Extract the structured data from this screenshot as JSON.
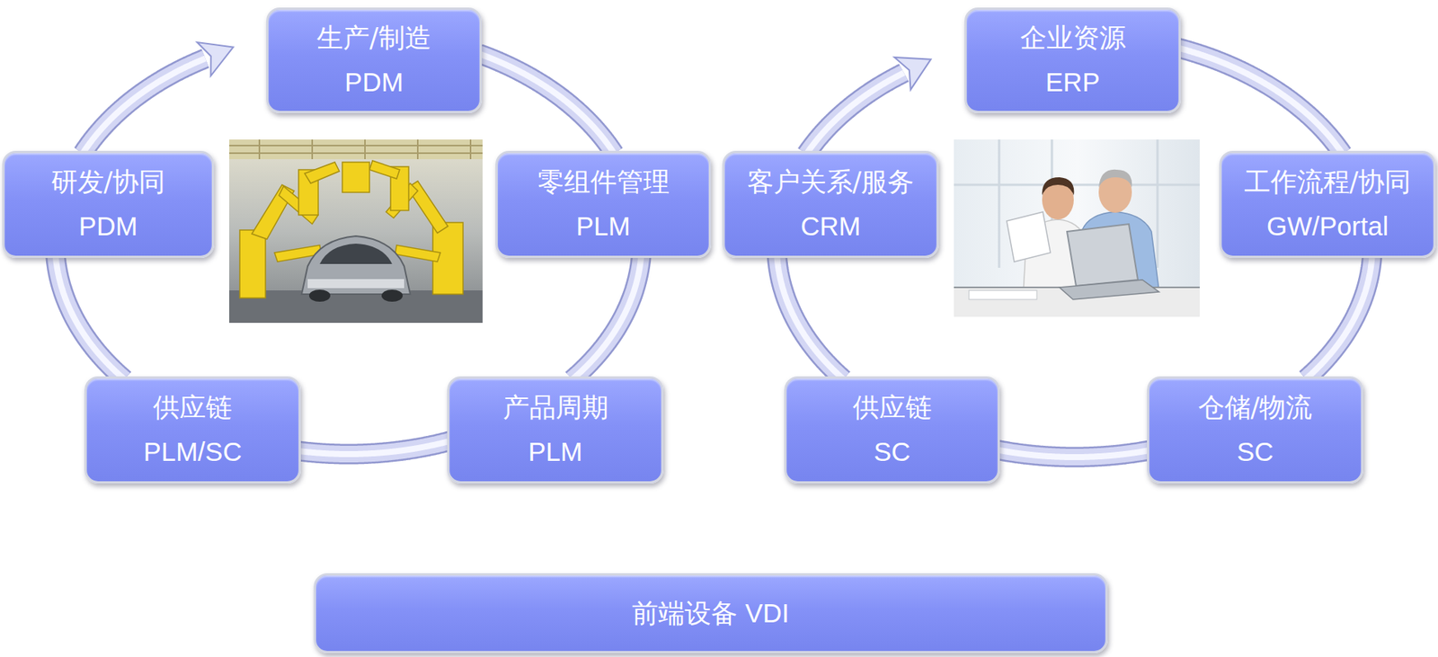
{
  "diagram": {
    "nodes": [
      {
        "text": [
          "生产/制造",
          "PDM"
        ]
      },
      {
        "text": [
          "企业资源",
          "ERP"
        ]
      },
      {
        "text": [
          "研发/协同",
          "PDM"
        ]
      },
      {
        "text": [
          "零组件管理",
          "PLM"
        ]
      },
      {
        "text": [
          "客户关系/服务",
          "CRM"
        ]
      },
      {
        "text": [
          "工作流程/协同",
          "GW/Portal"
        ]
      },
      {
        "text": [
          "供应链",
          "PLM/SC"
        ]
      },
      {
        "text": [
          "产品周期",
          "PLM"
        ]
      },
      {
        "text": [
          "供应链",
          "SC"
        ]
      },
      {
        "text": [
          "仓储/物流",
          "SC"
        ]
      },
      {
        "text": [
          "前端设备 VDI"
        ]
      }
    ],
    "edges": [
      {
        "from": 2,
        "to": 0,
        "arrow": "to"
      },
      {
        "from": 0,
        "to": 3,
        "arrow": "none"
      },
      {
        "from": 3,
        "to": 7,
        "arrow": "none"
      },
      {
        "from": 7,
        "to": 6,
        "arrow": "none"
      },
      {
        "from": 6,
        "to": 2,
        "arrow": "none"
      },
      {
        "from": 4,
        "to": 1,
        "arrow": "to"
      },
      {
        "from": 1,
        "to": 5,
        "arrow": "none"
      },
      {
        "from": 5,
        "to": 9,
        "arrow": "none"
      },
      {
        "from": 9,
        "to": 8,
        "arrow": "none"
      },
      {
        "from": 8,
        "to": 4,
        "arrow": "none"
      }
    ]
  }
}
